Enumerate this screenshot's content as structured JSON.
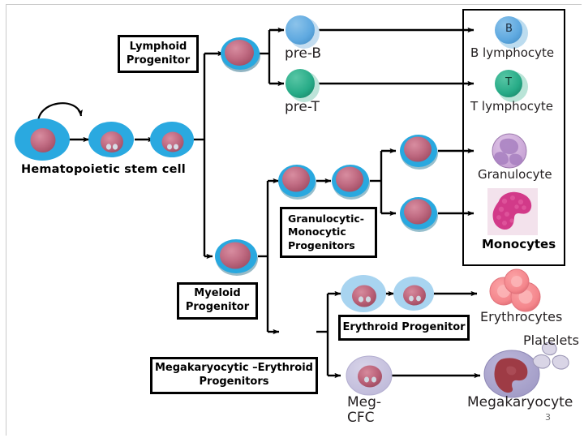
{
  "slide": {
    "page_number": "3",
    "title_hidden": "Hematopoiesis lineage diagram"
  },
  "labels": {
    "hematopoietic_stem_cell": "Hematopoietic stem cell",
    "lymphoid_progenitor": "Lymphoid\nProgenitor",
    "granulocytic_monocytic_progenitors": "Granulocytic-\nMonocytic\nProgenitors",
    "myeloid_progenitor": "Myeloid\nProgenitor",
    "erythroid_progenitor": "Erythroid Progenitor",
    "megakaryocytic_erythroid_progenitors": "Megakaryocytic –Erythroid\nProgenitors"
  },
  "cells": {
    "pre_b": "pre-B",
    "pre_t": "pre-T",
    "b_lymphocyte": "B lymphocyte",
    "t_lymphocyte": "T lymphocyte",
    "granulocyte": "Granulocyte",
    "monocytes": "Monocytes",
    "erythrocytes": "Erythrocytes",
    "platelets": "Platelets",
    "meg_cfc": "Meg-\nCFC",
    "megakaryocyte": "Megakaryocyte",
    "b_marker": "B",
    "t_marker": "T"
  },
  "colors": {
    "stem_cell_cytoplasm": "#29a8df",
    "stem_cell_nucleus": "#b9566f",
    "pre_b_fill": "#5fa9e0",
    "pre_b_halo": "#bcdcf2",
    "pre_t_fill": "#27ab87",
    "pre_t_halo": "#b8e3d6",
    "granulocyte_fill": "#c9a4d4",
    "granulocyte_lobes": "#a97fc0",
    "monocyte_fill": "#d42a7f",
    "erythrocyte_fill": "#f4868c",
    "erythroid_cyto": "#a8d4f0",
    "meg_cfc_fill": "#c6c2de",
    "megakaryocyte_fill": "#a9a4cd",
    "megakaryocyte_nucleus": "#9e3b45",
    "platelet_fill": "#d7d3e4",
    "line": "#000000",
    "box_border": "#000000",
    "frame_line": "#c9c9c9"
  }
}
